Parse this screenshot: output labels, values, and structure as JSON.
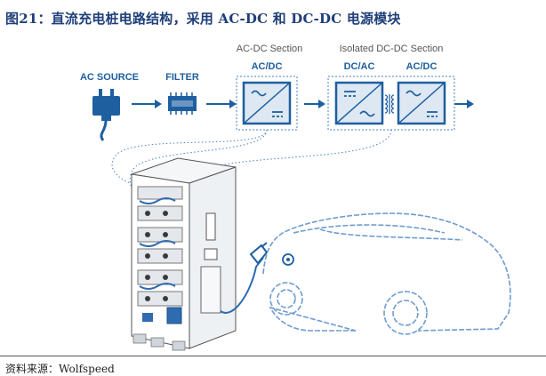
{
  "caption": "图21：直流充电桩电路结构，采用 AC-DC 和 DC-DC 电源模块",
  "source": "资料来源：Wolfspeed",
  "labels": {
    "ac_source": "AC SOURCE",
    "filter": "FILTER",
    "acdc_section": "AC-DC Section",
    "acdc_1": "AC/DC",
    "isolated_section": "Isolated DC-DC Section",
    "dcac": "DC/AC",
    "acdc_2": "AC/DC"
  },
  "colors": {
    "blue": "#1e5fa0",
    "lightblue": "#dde8f3",
    "accent": "#2e6bb0"
  }
}
